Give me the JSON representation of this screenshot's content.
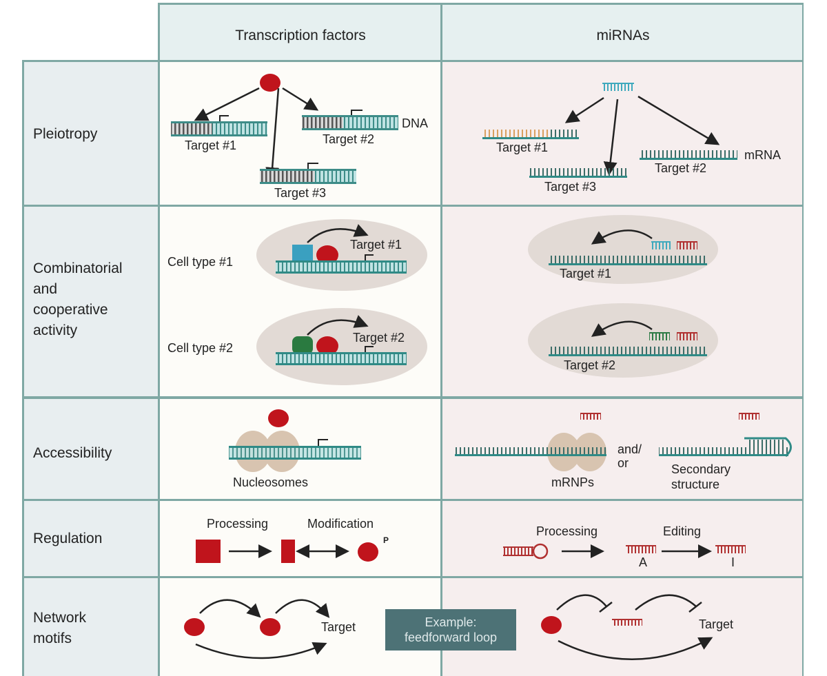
{
  "columns": {
    "tf": "Transcription factors",
    "mirna": "miRNAs"
  },
  "rows": [
    {
      "id": "pleiotropy",
      "label": "Pleiotropy"
    },
    {
      "id": "combinatorial",
      "label": "Combinatorial\nand\ncooperative\nactivity"
    },
    {
      "id": "accessibility",
      "label": "Accessibility"
    },
    {
      "id": "regulation",
      "label": "Regulation"
    },
    {
      "id": "network",
      "label": "Network\nmotifs"
    }
  ],
  "pleiotropy": {
    "tf": {
      "targets": [
        "Target #1",
        "Target #2",
        "Target #3"
      ],
      "molecule_label": "DNA"
    },
    "mirna": {
      "targets": [
        "Target #1",
        "Target #2",
        "Target #3"
      ],
      "molecule_label": "mRNA"
    }
  },
  "combinatorial": {
    "tf": {
      "cell_types": [
        "Cell type #1",
        "Cell type #2"
      ],
      "targets": [
        "Target #1",
        "Target #2"
      ]
    },
    "mirna": {
      "targets": [
        "Target #1",
        "Target #2"
      ]
    }
  },
  "accessibility": {
    "tf": {
      "caption": "Nucleosomes"
    },
    "mirna": {
      "left_caption": "mRNPs",
      "connector": "and/\nor",
      "right_caption": "Secondary\nstructure"
    }
  },
  "regulation": {
    "tf": {
      "step1": "Processing",
      "step2": "Modification",
      "phospho": "P"
    },
    "mirna": {
      "step1": "Processing",
      "step2": "Editing",
      "base_before": "A",
      "base_after": "I"
    }
  },
  "network": {
    "tf": {
      "target": "Target"
    },
    "mirna": {
      "target": "Target"
    },
    "example_label": "Example:\nfeedforward loop"
  },
  "colors": {
    "grid": "#7fa8a4",
    "tf_red": "#c0141c",
    "teal": "#2f8a86",
    "cyan": "#4ab8c8",
    "green": "#2a7a40",
    "blue_square": "#3aa0c0",
    "nucleosome": "#d8c4b0",
    "cell_ellipse": "#e0d8d4",
    "example_bg": "#4d7276"
  }
}
